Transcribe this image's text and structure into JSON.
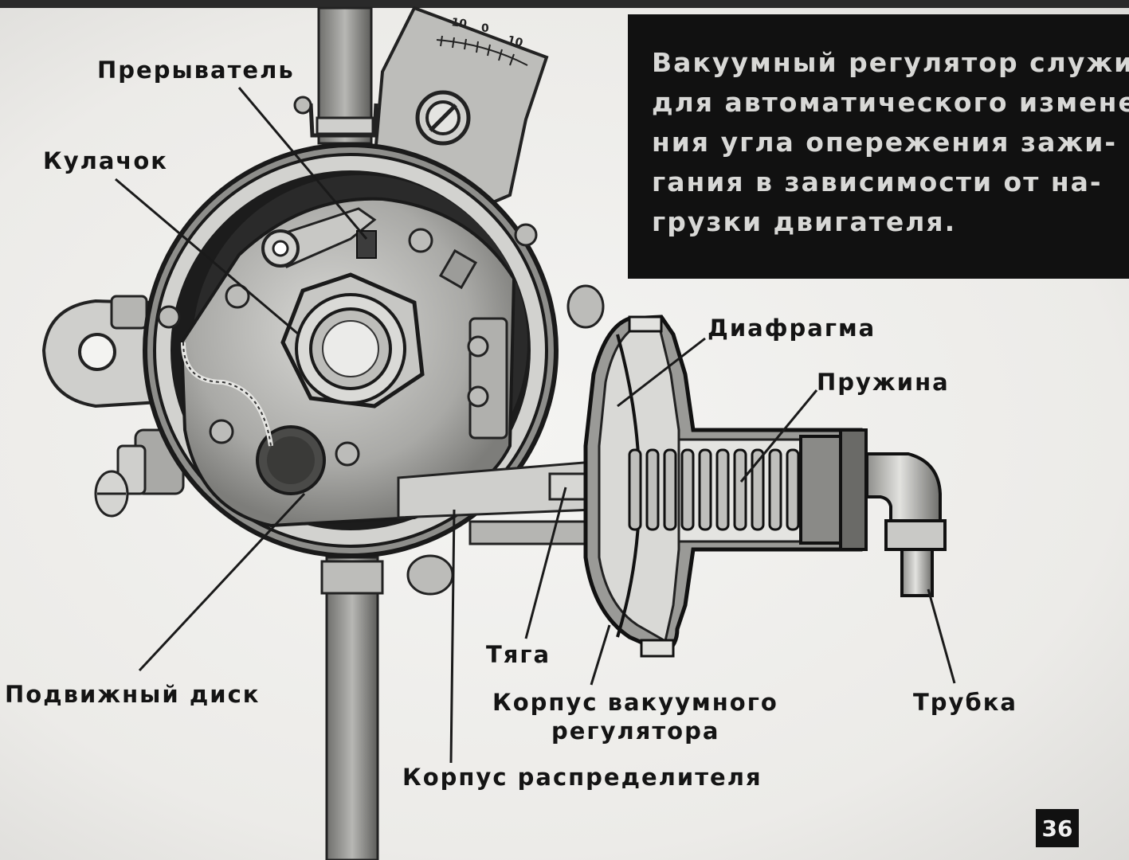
{
  "caption": {
    "lines": [
      "Вакуумный регулятор служит",
      "для  автоматического измене-",
      "ния угла  опережения  зажи-",
      "гания в зависимости  от на-",
      "грузки  двигателя."
    ]
  },
  "labels": {
    "breaker": "Прерыватель",
    "cam": "Кулачок",
    "diaphragm": "Диафрагма",
    "spring": "Пружина",
    "rod": "Тяга",
    "moving_disk": "Подвижный диск",
    "vacuum_housing_1": "Корпус вакуумного",
    "vacuum_housing_2": "регулятора",
    "tube": "Трубка",
    "distributor_housing": "Корпус распределителя"
  },
  "scale": {
    "ticks": [
      "10",
      "0",
      "10"
    ]
  },
  "page_number": "36"
}
